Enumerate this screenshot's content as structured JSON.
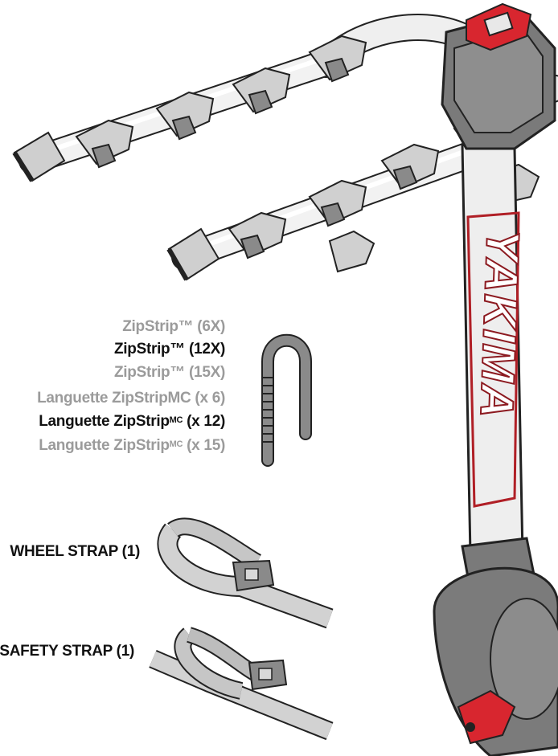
{
  "zipstrip_labels": [
    {
      "text": "ZipStrip™ (6X)",
      "color": "#9b9b9b"
    },
    {
      "text": "ZipStrip™ (12X)",
      "color": "#111111"
    },
    {
      "text": "ZipStrip™ (15X)",
      "color": "#9b9b9b"
    },
    {
      "text": "Languette ZipStripMC (x 6)",
      "color": "#9b9b9b"
    },
    {
      "text": "Languette ZipStrip",
      "sup": "MC",
      "suffix": " (x 12)",
      "color": "#111111"
    },
    {
      "text": "Languette ZipStrip",
      "sup": "MC",
      "suffix": " (x 15)",
      "color": "#9b9b9b"
    }
  ],
  "wheel_strap_label": "WHEEL STRAP (1)",
  "safety_strap_label": "SAFETY STRAP (1)",
  "brand_logo_text": "YAKIMA",
  "colors": {
    "frame_white": "#eeeeee",
    "outline": "#222222",
    "part_gray": "#8a8a8a",
    "light_gray": "#cfcfcf",
    "accent_red": "#d8262f"
  }
}
